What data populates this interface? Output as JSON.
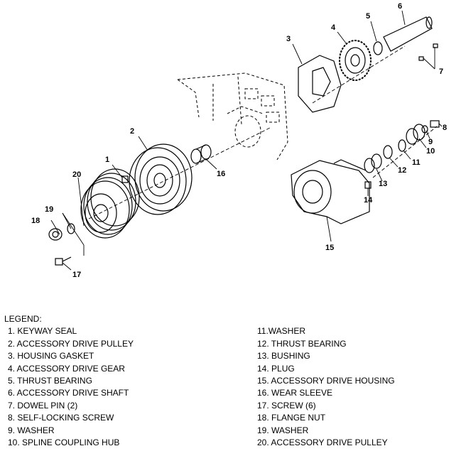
{
  "callouts": [
    "1",
    "2",
    "3",
    "4",
    "5",
    "6",
    "7",
    "8",
    "9",
    "10",
    "11",
    "12",
    "13",
    "14",
    "15",
    "16",
    "17",
    "18",
    "19",
    "20"
  ],
  "legend": {
    "title": "LEGEND:",
    "left": [
      "1. KEYWAY SEAL",
      "2. ACCESSORY DRIVE PULLEY",
      "3. HOUSING GASKET",
      "4. ACCESSORY DRIVE GEAR",
      "5. THRUST BEARING",
      "6. ACCESSORY DRIVE SHAFT",
      "7. DOWEL PIN (2)",
      "8. SELF-LOCKING SCREW",
      "9. WASHER",
      "10. SPLINE COUPLING HUB"
    ],
    "right": [
      "11.WASHER",
      "12. THRUST BEARING",
      "13. BUSHING",
      "14. PLUG",
      "15. ACCESSORY DRIVE HOUSING",
      "16. WEAR SLEEVE",
      "17. SCREW (6)",
      "18. FLANGE NUT",
      "19. WASHER",
      "20. ACCESSORY DRIVE PULLEY"
    ]
  }
}
